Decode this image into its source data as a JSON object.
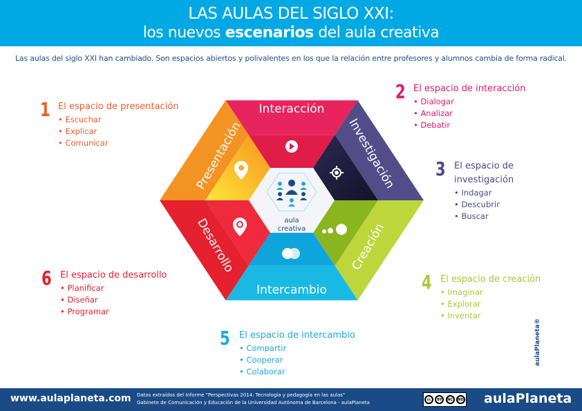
{
  "header": {
    "title_line1": "LAS AULAS DEL SIGLO XXI:",
    "title_line2_a": "los nuevos ",
    "title_line2_b": "escenarios",
    "title_line2_c": " del aula creativa"
  },
  "intro": "Las aulas del siglo XXI han cambiado. Son espacios abiertos y polivalentes en los que la relación entre profesores y alumnos cambia de forma radical.",
  "hexagon": {
    "center_line1": "aula",
    "center_line2": "creativa",
    "labels": [
      "Interacción",
      "Investigación",
      "Creación",
      "Intercambio",
      "Desarrollo",
      "Presentación"
    ]
  },
  "sections": [
    {
      "number": "1",
      "title": "El espacio de presentación",
      "items": [
        "• Escuchar",
        "• Explicar",
        "• Comunicar"
      ],
      "color": "#f15a24"
    },
    {
      "number": "2",
      "title": "El espacio de interacción",
      "items": [
        "• Dialogar",
        "• Analizar",
        "• Debatir"
      ],
      "color": "#e6186b"
    },
    {
      "number": "3",
      "title": "El espacio de investigación",
      "items": [
        "• Indagar",
        "• Descubrir",
        "• Buscar"
      ],
      "color": "#4d4a8a"
    },
    {
      "number": "4",
      "title": "El espacio de creación",
      "items": [
        "• Imaginar",
        "• Explorar",
        "• Inventar"
      ],
      "color": "#a9c836"
    },
    {
      "number": "5",
      "title": "El espacio de intercambio",
      "items": [
        "• Compartir",
        "• Cooperar",
        "• Colaborar"
      ],
      "color": "#1aa9e0"
    },
    {
      "number": "6",
      "title": "El espacio de desarrollo",
      "items": [
        "• Planificar",
        "• Diseñar",
        "• Programar"
      ],
      "color": "#e3202e"
    }
  ],
  "logo_vertical": "aulaPlaneta®",
  "footer": {
    "url": "www.aulaplaneta.com",
    "source_line1": "Datos extraídos del Informe \"Perspectivas 2014: Tecnología y pedagogía en las aulas\"",
    "source_line2": "Gabinete de Comunicación y Educación de la Universidad Autónoma de Barcelona - aulaPlaneta",
    "license": [
      "cc",
      "BY",
      "NC",
      "ND"
    ],
    "brand": "aulaPlaneta"
  }
}
